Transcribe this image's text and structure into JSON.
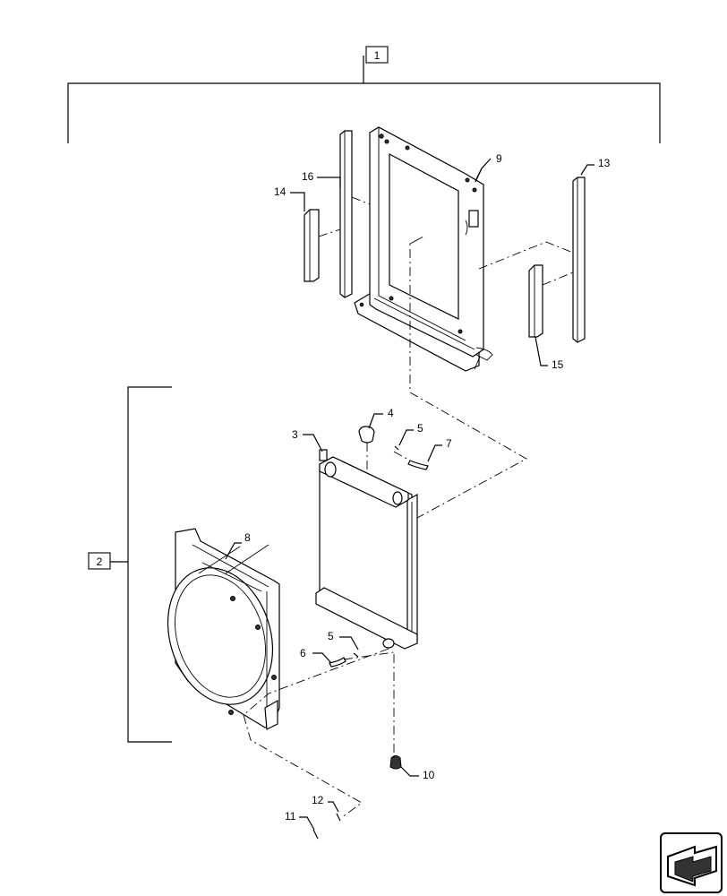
{
  "diagram": {
    "group_labels": {
      "assembly_1": "1",
      "assembly_2": "2"
    },
    "callouts": {
      "c3": "3",
      "c4": "4",
      "c5_top": "5",
      "c5_bottom": "5",
      "c6": "6",
      "c7": "7",
      "c8": "8",
      "c9": "9",
      "c10": "10",
      "c11": "11",
      "c12": "12",
      "c13": "13",
      "c14": "14",
      "c15": "15",
      "c16": "16"
    }
  }
}
